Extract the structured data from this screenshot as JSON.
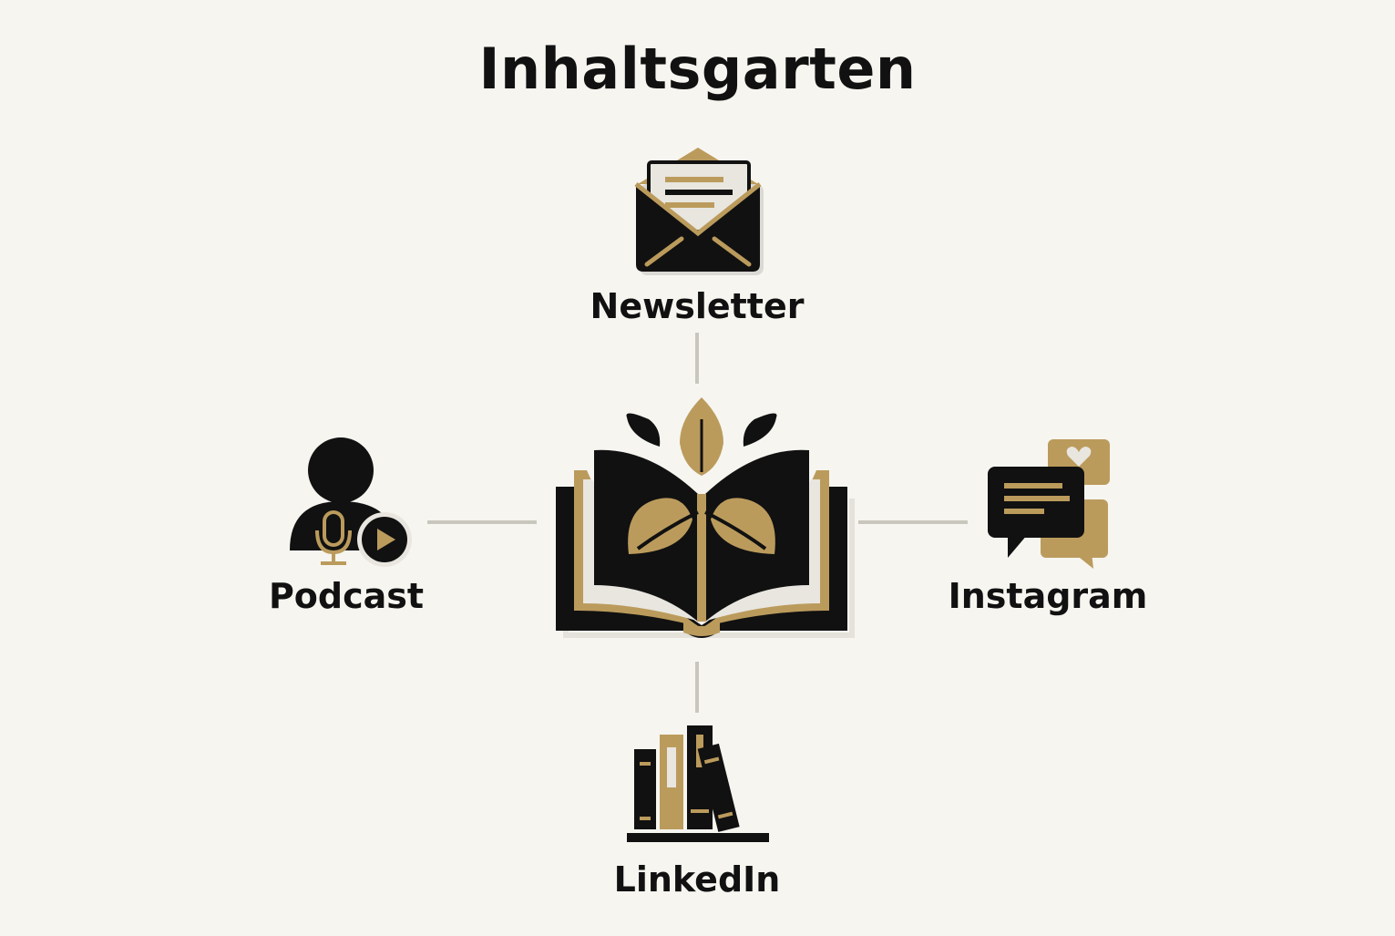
{
  "diagram": {
    "title": "Inhaltsgarten",
    "center": {
      "icon": "open-book-with-sprouting-plant-icon"
    },
    "nodes": [
      {
        "id": "newsletter",
        "label": "Newsletter",
        "icon": "open-envelope-icon",
        "position": "top"
      },
      {
        "id": "podcast",
        "label": "Podcast",
        "icon": "person-microphone-play-icon",
        "position": "left"
      },
      {
        "id": "instagram",
        "label": "Instagram",
        "icon": "chat-bubbles-heart-icon",
        "position": "right"
      },
      {
        "id": "linkedin",
        "label": "LinkedIn",
        "icon": "bookshelf-icon",
        "position": "bottom"
      }
    ],
    "edges": [
      {
        "from": "center",
        "to": "newsletter"
      },
      {
        "from": "center",
        "to": "podcast"
      },
      {
        "from": "center",
        "to": "instagram"
      },
      {
        "from": "center",
        "to": "linkedin"
      }
    ]
  },
  "colors": {
    "background": "#f6f5f0",
    "primary": "#111111",
    "accent": "#bb9b5c",
    "paper": "#e8e6df",
    "connector": "#c9c7bd"
  }
}
